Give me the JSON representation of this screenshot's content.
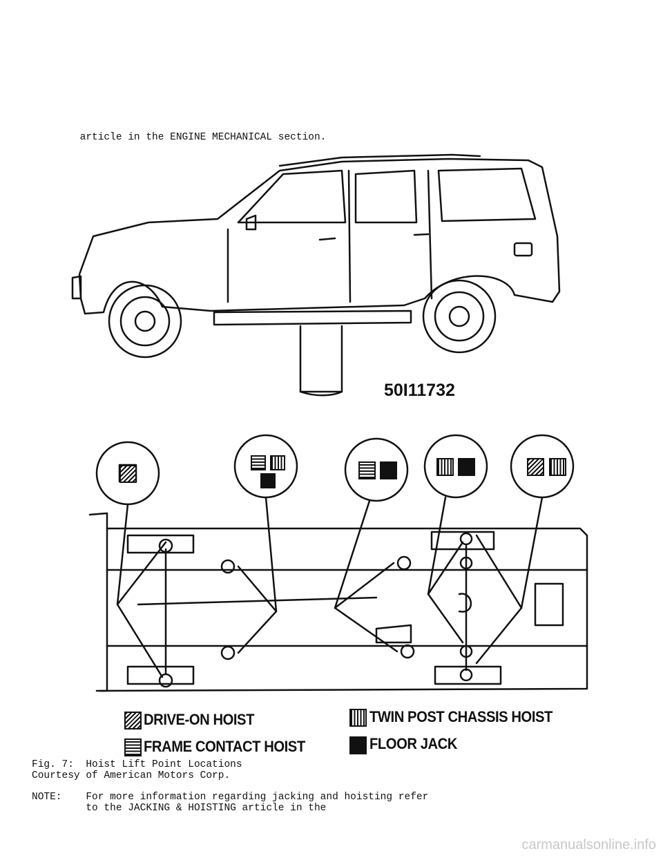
{
  "text": {
    "top_line": "        article in the ENGINE MECHANICAL section.",
    "figure_id": "50I11732",
    "caption_line1": "Fig. 7:  Hoist Lift Point Locations",
    "caption_line2": "Courtesy of American Motors Corp.",
    "note_line1": "NOTE:    For more information regarding jacking and hoisting refer",
    "note_line2": "         to the JACKING & HOISTING article in the"
  },
  "legend": {
    "drive_on": "DRIVE-ON HOIST",
    "twin_post": "TWIN POST CHASSIS HOIST",
    "frame_contact": "FRAME CONTACT HOIST",
    "floor_jack": "FLOOR JACK"
  },
  "watermark": "carmanualsonline.info"
}
